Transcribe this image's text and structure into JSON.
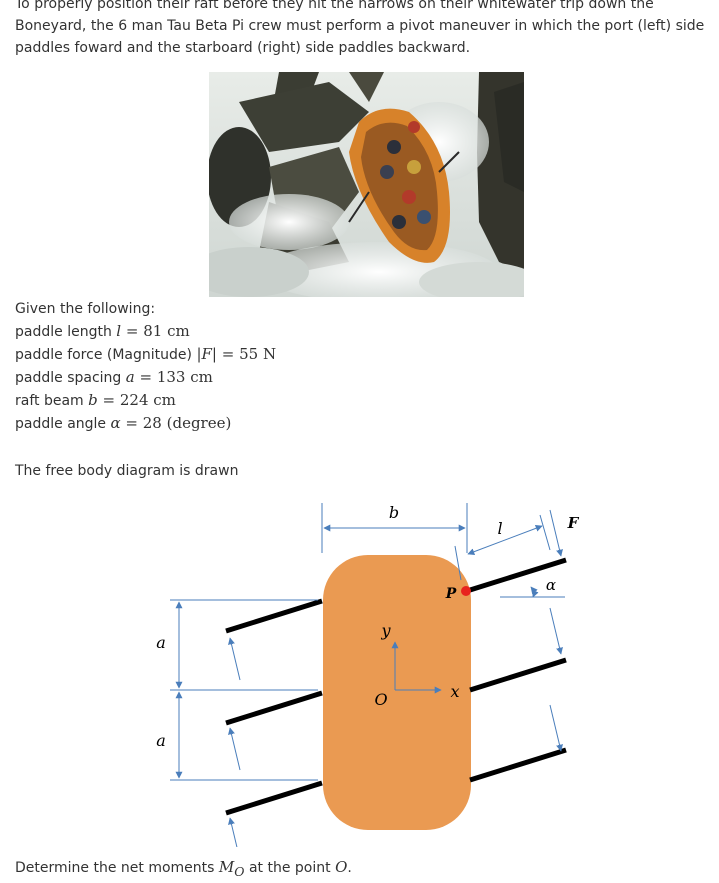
{
  "intro": {
    "text": "To properly position their raft before they hit the narrows on their whitewater trip down the Boneyard, the 6 man Tau Beta Pi crew must perform a pivot maneuver in which the port (left) side paddles foward and the starboard (right) side paddles backward."
  },
  "given": {
    "heading": "Given the following:",
    "length": {
      "label": "paddle length",
      "symbol": "l",
      "eq": " = ",
      "value": "81",
      "unit": "cm"
    },
    "force": {
      "label": "paddle force (Magnitude)",
      "symbol": "|F|",
      "eq": " = ",
      "value": "55",
      "unit": "N"
    },
    "spacing": {
      "label": "paddle spacing",
      "symbol": "a",
      "eq": " = ",
      "value": "133",
      "unit": "cm"
    },
    "beam": {
      "label": "raft beam",
      "symbol": "b",
      "eq": " = ",
      "value": "224",
      "unit": "cm"
    },
    "angle": {
      "label": "paddle angle",
      "symbol": "α",
      "eq": " = ",
      "value": "28",
      "unit": "(degree)"
    }
  },
  "fbd": {
    "intro": "The free body diagram is drawn",
    "labels": {
      "b": "b",
      "l": "l",
      "F": "F",
      "alpha": "α",
      "P": "P",
      "y": "y",
      "O": "O",
      "x": "x",
      "a_top": "a",
      "a_bottom": "a"
    },
    "colors": {
      "raft": "#EA9A52",
      "dimension": "#4A7EBB",
      "paddle": "#000000",
      "point": "#E8231E"
    }
  },
  "question": {
    "prefix": "Determine the net moments ",
    "symbol": "M",
    "subscript": "O",
    "middle": " at the point ",
    "point": "O",
    "suffix": "."
  }
}
